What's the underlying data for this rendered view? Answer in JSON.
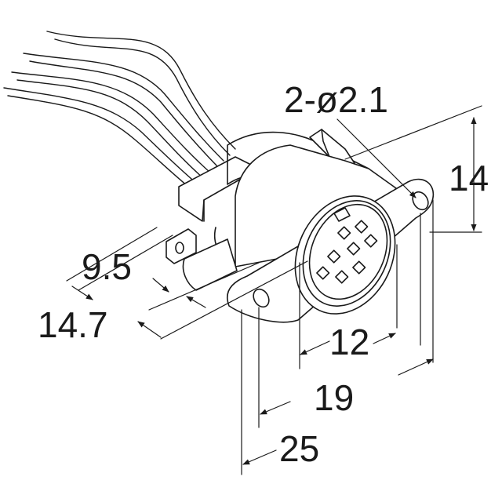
{
  "dimensions": {
    "hole_spec": "2-ø2.1",
    "height": "14",
    "depth_short": "9.5",
    "depth_long": "14.7",
    "inner_diameter": "12",
    "hole_pitch": "19",
    "overall_width": "25"
  },
  "colors": {
    "line": "#1a1a1a",
    "background": "#ffffff"
  }
}
